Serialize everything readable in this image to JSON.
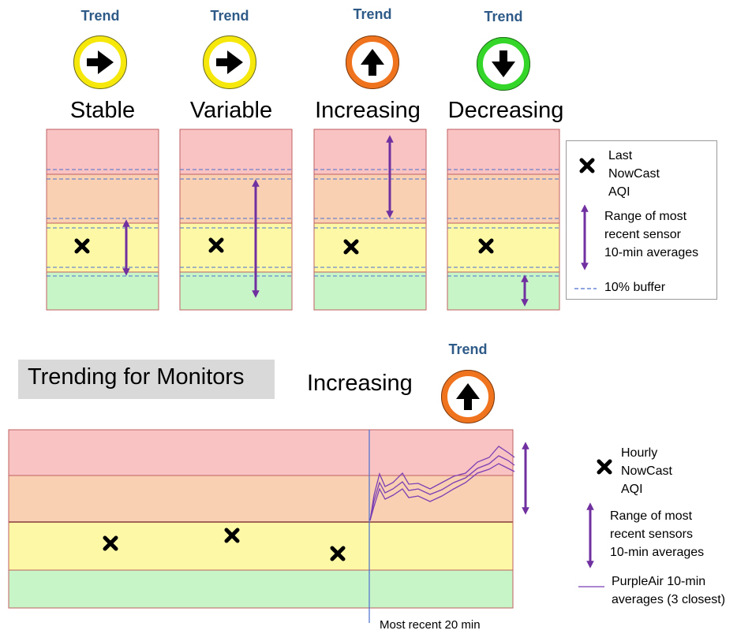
{
  "colors": {
    "band_red": "#f9c3c3",
    "band_orange": "#fad0b3",
    "band_yellow": "#fcf8a6",
    "band_green": "#c8f5c8",
    "band_border": "#c06060",
    "buffer_line": "#4a6fcf",
    "range_arrow": "#7030a0",
    "trend_title": "#2e5a87",
    "ring_yellow": "#f5e80a",
    "ring_orange": "#f0741e",
    "ring_green": "#35d62a",
    "legend_bg": "#e6e6e6",
    "purpleair_line": "#7b3fb3"
  },
  "top_panels": [
    {
      "trend_label": "Trend",
      "category": "Stable",
      "ring_color": "yellow",
      "arrow_icon": "right-arrow-icon"
    },
    {
      "trend_label": "Trend",
      "category": "Variable",
      "ring_color": "yellow",
      "arrow_icon": "right-arrow-icon"
    },
    {
      "trend_label": "Trend",
      "category": "Increasing",
      "ring_color": "orange",
      "arrow_icon": "up-arrow-icon"
    },
    {
      "trend_label": "Trend",
      "category": "Decreasing",
      "ring_color": "green",
      "arrow_icon": "down-arrow-icon"
    }
  ],
  "top_legend": {
    "marker_text": "Last NowCast AQI",
    "marker_lines": [
      "Last",
      "NowCast",
      "AQI"
    ],
    "range_lines": [
      "Range of most",
      "recent sensor",
      "10-min averages"
    ],
    "buffer_text": "10% buffer"
  },
  "monitors": {
    "title": "Trending for Monitors",
    "trend_label": "Trend",
    "category": "Increasing",
    "footnote": "Most recent 20 min"
  },
  "bottom_legend": {
    "marker_lines": [
      "Hourly",
      "NowCast",
      "AQI"
    ],
    "range_lines": [
      "Range of most",
      "recent sensors",
      "10-min averages"
    ],
    "purpleair_lines": [
      "PurpleAir 10-min",
      "averages (3 closest)"
    ]
  }
}
